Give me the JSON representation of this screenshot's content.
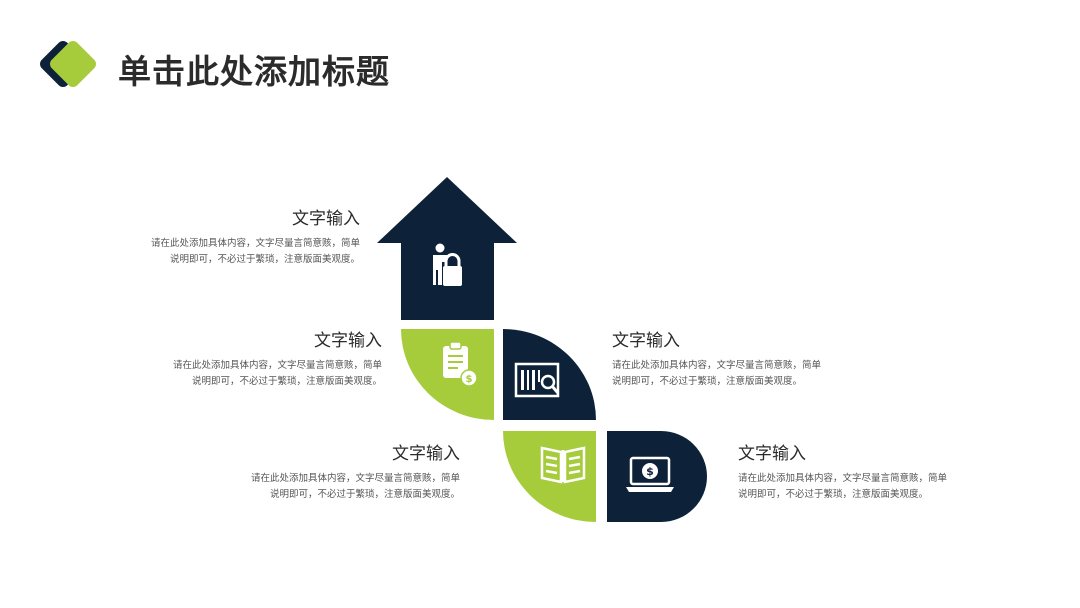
{
  "slide": {
    "title": "单击此处添加标题"
  },
  "colors": {
    "navy": "#0d2239",
    "green": "#a6cc3c",
    "white": "#ffffff"
  },
  "items": [
    {
      "heading": "文字输入",
      "desc_line1": "请在此处添加具体内容，文字尽量言简意赅，简单",
      "desc_line2": "说明即可，不必过于繁琐，注意版面美观度。",
      "icon": "person-lock-icon"
    },
    {
      "heading": "文字输入",
      "desc_line1": "请在此处添加具体内容，文字尽量言简意赅，简单",
      "desc_line2": "说明即可，不必过于繁琐，注意版面美观度。",
      "icon": "clipboard-dollar-icon"
    },
    {
      "heading": "文字输入",
      "desc_line1": "请在此处添加具体内容，文字尽量言简意赅，简单",
      "desc_line2": "说明即可，不必过于繁琐，注意版面美观度。",
      "icon": "barcode-search-icon"
    },
    {
      "heading": "文字输入",
      "desc_line1": "请在此处添加具体内容，文字尽量言简意赅，简单",
      "desc_line2": "说明即可，不必过于繁琐，注意版面美观度。",
      "icon": "open-book-icon"
    },
    {
      "heading": "文字输入",
      "desc_line1": "请在此处添加具体内容，文字尽量言简意赅，简单",
      "desc_line2": "说明即可，不必过于繁琐，注意版面美观度。",
      "icon": "laptop-dollar-icon"
    }
  ]
}
